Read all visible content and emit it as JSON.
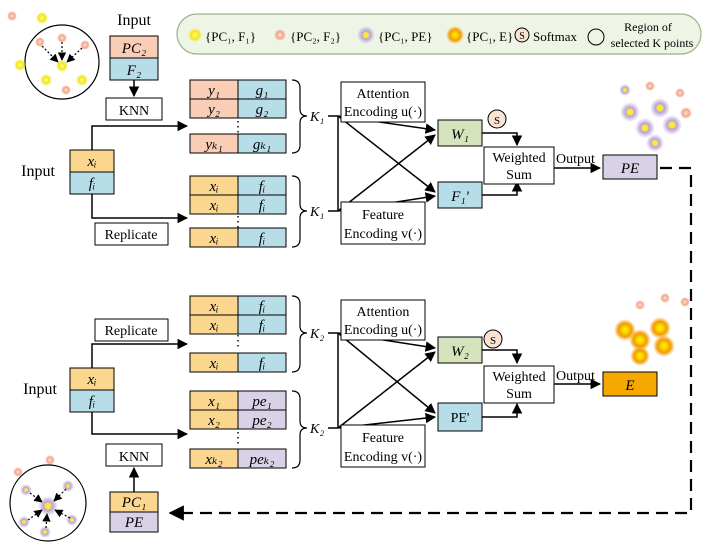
{
  "legend": {
    "items": [
      {
        "label": "{PC₁, F₁}",
        "color": "#f6ef2a"
      },
      {
        "label": "{PC₂, F₂}",
        "color": "#f4a78e"
      },
      {
        "label": "{PC₁, PE}",
        "color": "#b9a2d6"
      },
      {
        "label": "{PC₁, E}",
        "color": "#f2a900"
      }
    ],
    "softmax_symbol": "S",
    "softmax_label": "Softmax",
    "region_label_line1": "Region of",
    "region_label_line2": "selected K points"
  },
  "top": {
    "input_label": "Input",
    "input_pc": "PC₂",
    "input_f": "F₂",
    "knn_label": "KNN",
    "main_input_label": "Input",
    "xi": "xᵢ",
    "fi": "fᵢ",
    "replicate_label": "Replicate",
    "neighbor_rows": [
      [
        "y₁",
        "g₁"
      ],
      [
        "y₂",
        "g₂"
      ],
      [
        "yₖ₁",
        "gₖ₁"
      ]
    ],
    "replicate_rows": [
      [
        "xᵢ",
        "fᵢ"
      ],
      [
        "xᵢ",
        "fᵢ"
      ],
      [
        "xᵢ",
        "fᵢ"
      ]
    ],
    "dots": "⋮",
    "k_label": "K₁",
    "attention_line1": "Attention",
    "attention_line2": "Encoding u(·)",
    "feature_line1": "Feature",
    "feature_line2": "Encoding v(·)",
    "weight": "W₁",
    "feature_out": "F₁'",
    "softmax": "S",
    "sum_line1": "Weighted",
    "sum_line2": "Sum",
    "output_label": "Output",
    "output_value": "PE"
  },
  "bottom": {
    "main_input_label": "Input",
    "xi": "xᵢ",
    "fi": "fᵢ",
    "replicate_label": "Replicate",
    "knn_label": "KNN",
    "input_pc": "PC₁",
    "input_pe": "PE",
    "replicate_rows": [
      [
        "xᵢ",
        "fᵢ"
      ],
      [
        "xᵢ",
        "fᵢ"
      ],
      [
        "xᵢ",
        "fᵢ"
      ]
    ],
    "neighbor_rows": [
      [
        "x₁",
        "pe₁"
      ],
      [
        "x₂",
        "pe₂"
      ],
      [
        "xₖ₂",
        "peₖ₂"
      ]
    ],
    "dots": "⋮",
    "k_label": "K₂",
    "attention_line1": "Attention",
    "attention_line2": "Encoding u(·)",
    "feature_line1": "Feature",
    "feature_line2": "Encoding v(·)",
    "weight": "W₂",
    "feature_out": "PE'",
    "softmax": "S",
    "sum_line1": "Weighted",
    "sum_line2": "Sum",
    "output_label": "Output",
    "output_value": "E"
  },
  "colors": {
    "orange_fill": "#f9cdb6",
    "blue_fill": "#b7dde8",
    "yellow_fill": "#fbd68e",
    "purple_fill": "#d9d1e7",
    "green_fill": "#d6e4bd",
    "output_e_fill": "#f5a800",
    "legend_bg": "#eef5e6"
  }
}
